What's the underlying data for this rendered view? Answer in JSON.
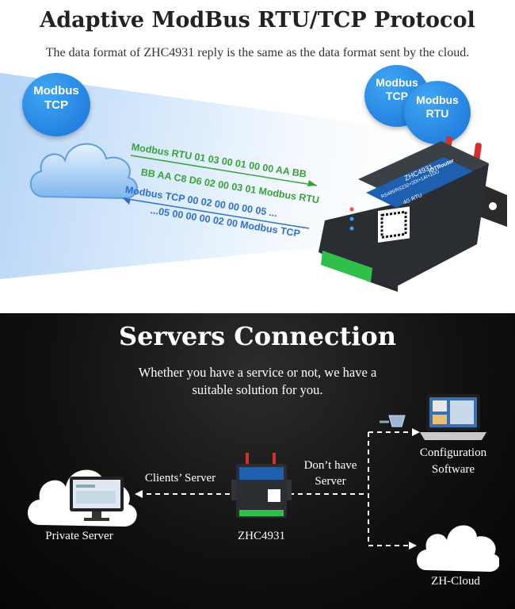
{
  "top_section": {
    "title": "Adaptive ModBus RTU/TCP Protocol",
    "subtitle": "The data format of ZHC4931 reply is the same as the data format sent by the cloud.",
    "bubble_left": {
      "line1": "Modbus",
      "line2": "TCP"
    },
    "bubble_right_1": {
      "line1": "Modbus",
      "line2": "TCP"
    },
    "bubble_right_2": {
      "line1": "Modbus",
      "line2": "RTU"
    },
    "rtu_send": "Modbus RTU 01 03 00 01 00 00 AA BB",
    "rtu_reply": "BB AA C8  D6 02 00 03 01 Modbus RTU",
    "tcp_send": "Modbus TCP 00 02 00 00 00 05 ...",
    "tcp_reply": "...05 00 00 00 02 00 Modbus TCP",
    "device": {
      "model": "ZHC4931",
      "brand": "IOTRouter",
      "spec": "RS485/RS232+2DI+1AI+1DO",
      "net": "4G RTU"
    }
  },
  "bottom_section": {
    "title": "Servers Connection",
    "subtitle": "Whether you have a service or not, we have a suitable solution for you.",
    "private_server_label": "Private Server",
    "clients_server_label": "Clients’ Server",
    "device_label": "ZHC4931",
    "dont_have_server_label": "Don’t have Server",
    "config_software_label": "Configuration Software",
    "zh_cloud_label": "ZH-Cloud"
  },
  "colors": {
    "green_text": "#3aa23a",
    "blue_text": "#2f6fcf",
    "bubble": "#1a73d9",
    "device_body": "#2a2d31",
    "terminal_green": "#2fbf4a"
  }
}
